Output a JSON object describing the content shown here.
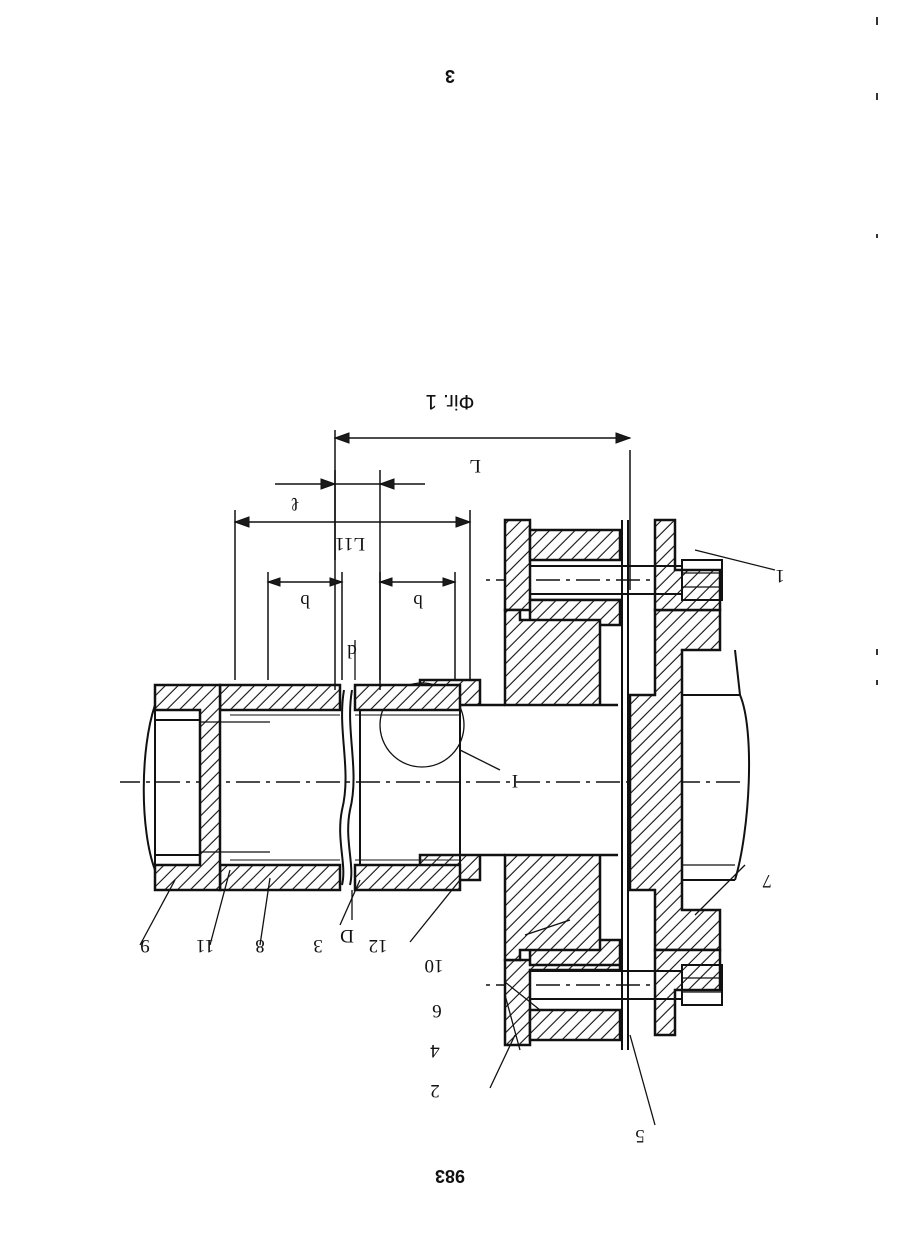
{
  "page": {
    "top_number": "3",
    "bottom_number": "983"
  },
  "figure": {
    "caption": "Фіг. 1",
    "dimensions": {
      "L": "L",
      "L11": "L11",
      "l": "ℓ",
      "b_left": "b",
      "b_right": "b",
      "d": "d",
      "D": "D"
    },
    "part_labels": [
      "1",
      "2",
      "3",
      "4",
      "5",
      "6",
      "7",
      "8",
      "9",
      "10",
      "11",
      "12"
    ],
    "detail_label": "I"
  }
}
